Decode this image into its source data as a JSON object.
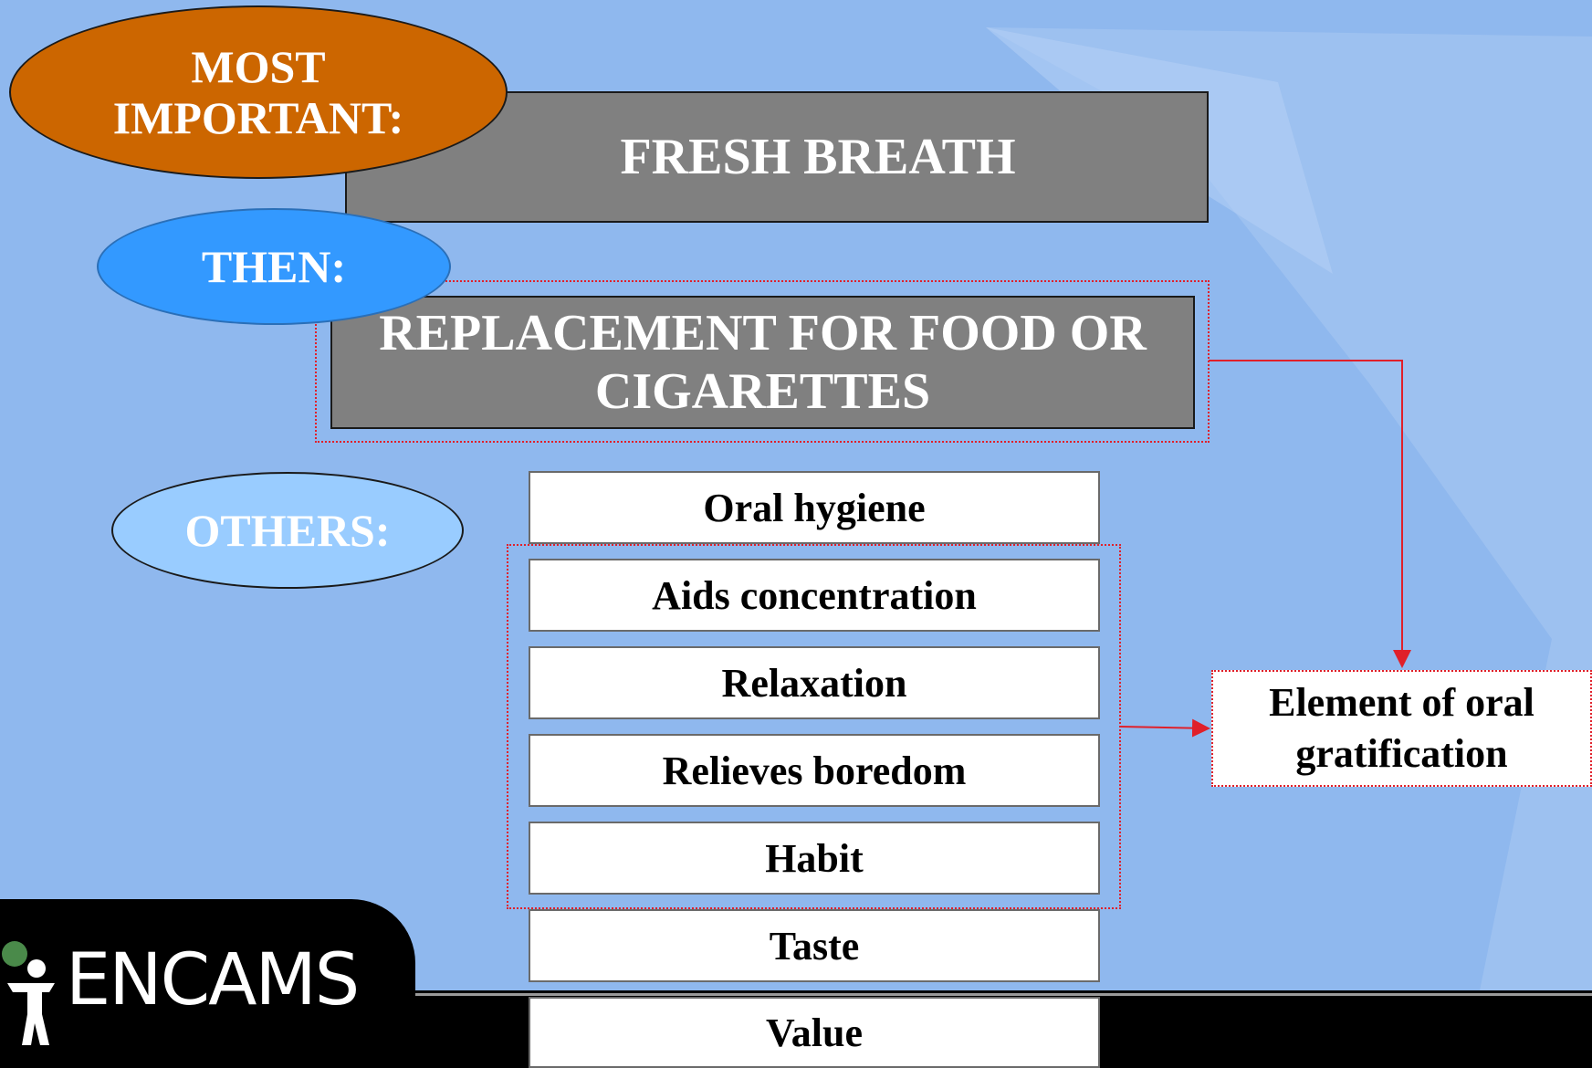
{
  "labels": {
    "most_important": "MOST IMPORTANT:",
    "then": "THEN:",
    "others": "OTHERS:"
  },
  "boxes": {
    "fresh_breath": "FRESH BREATH",
    "replacement": "REPLACEMENT FOR FOOD OR CIGARETTES"
  },
  "others_items": [
    "Oral hygiene",
    "Aids concentration",
    "Relaxation",
    "Relieves boredom",
    "Habit",
    "Taste",
    "Value"
  ],
  "result": "Element of oral gratification",
  "logo": "ENCAMS",
  "colors": {
    "background": "#8fb8ee",
    "most_important_fill": "#cc6600",
    "then_fill": "#3399ff",
    "others_fill": "#99ccff",
    "gray_box": "#808080",
    "connector": "#e0202a"
  }
}
